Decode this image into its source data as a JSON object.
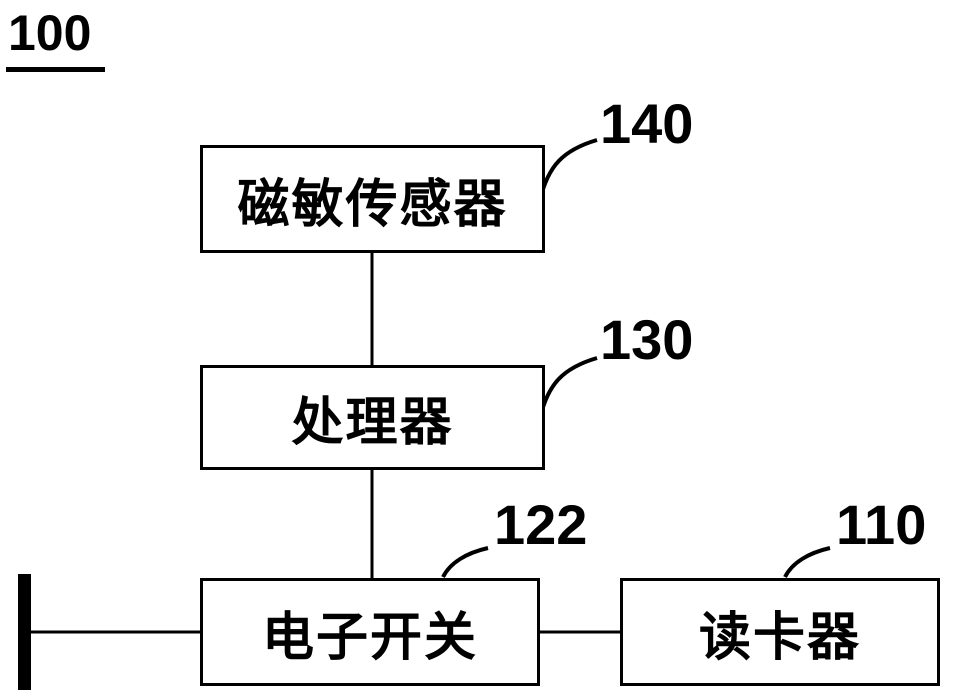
{
  "figure_label": "100",
  "blocks": [
    {
      "id": "magnetic-sensor",
      "label": "磁敏传感器",
      "ref": "140"
    },
    {
      "id": "processor",
      "label": "处理器",
      "ref": "130"
    },
    {
      "id": "electronic-switch",
      "label": "电子开关",
      "ref": "122"
    },
    {
      "id": "card-reader",
      "label": "读卡器",
      "ref": "110"
    }
  ],
  "colors": {
    "line": "#000000",
    "background": "#ffffff"
  }
}
